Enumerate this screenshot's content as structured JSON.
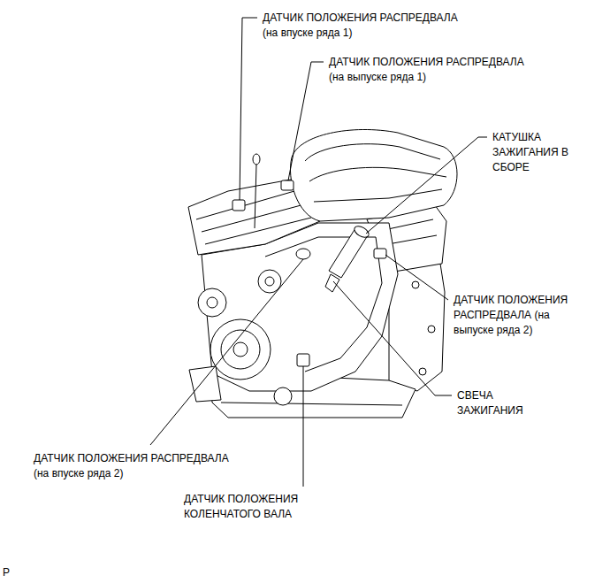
{
  "diagram": {
    "labels": [
      "ДАТЧИК ПОЛОЖЕНИЯ РАСПРЕДВАЛА (на впуске ряда 1)",
      "ДАТЧИК ПОЛОЖЕНИЯ РАСПРЕДВАЛА (на выпуске ряда 1)",
      "КАТУШКА ЗАЖИГАНИЯ В СБОРЕ",
      "ДАТЧИК ПОЛОЖЕНИЯ РАСПРЕДВАЛА (на выпуске ряда 2)",
      "СВЕЧА ЗАЖИГАНИЯ",
      "ДАТЧИК ПОЛОЖЕНИЯ РАСПРЕДВАЛА (на впуске ряда 2)",
      "ДАТЧИК ПОЛОЖЕНИЯ КОЛЕНЧАТОГО ВАЛА",
      "P"
    ]
  }
}
